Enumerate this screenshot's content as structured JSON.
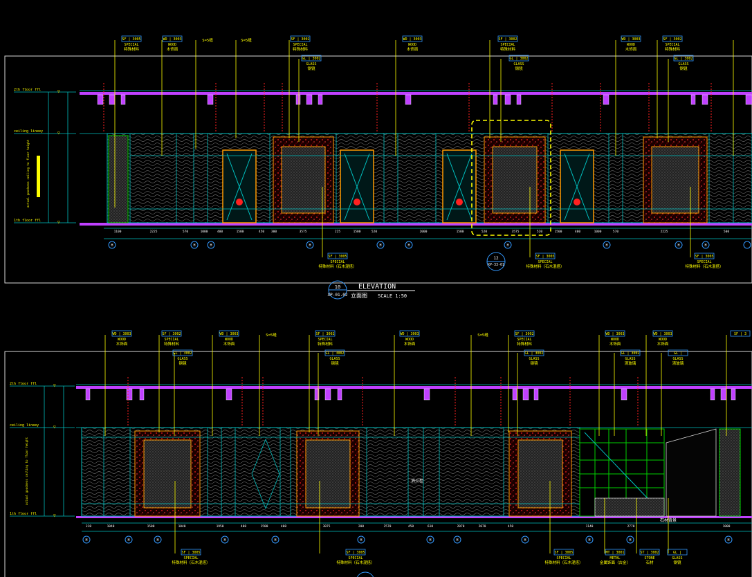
{
  "drawing": {
    "colors": {
      "background": "#000000",
      "frame": "#d9d9d9",
      "leader": "#ffff00",
      "tag_border": "#3399ff",
      "magenta": "#c040ff",
      "cyan": "#00c0c0",
      "orange": "#ff9900",
      "red": "#ff2020",
      "green": "#00d000"
    },
    "elevation1": {
      "title": "ELEVATION",
      "number": "10",
      "sheet": "XP-01.02",
      "cn_title": "立面图",
      "scale": "SCALE  1:50",
      "levels": [
        {
          "label": "2th floor ffl",
          "value": "▽"
        },
        {
          "label": "ceiling lineey",
          "value": "▽"
        },
        {
          "label": "1th floor ffl",
          "value": "▽"
        }
      ],
      "side_note": "actual goodness ceiling to floor height",
      "top_callouts": [
        {
          "code": "SF | 3005",
          "en": "SPECIAL",
          "cn": "特殊材料"
        },
        {
          "code": "WD | 3003",
          "en": "WOOD",
          "cn": "木饰面"
        },
        {
          "code": "",
          "en": "",
          "cn": "S=5缝"
        },
        {
          "code": "",
          "en": "",
          "cn": "S=5缝"
        },
        {
          "code": "SF | 3002",
          "en": "SPECIAL",
          "cn": "特殊材料"
        },
        {
          "code": "GL | 3002",
          "en": "GLASS",
          "cn": "钢镜"
        },
        {
          "code": "WD | 3003",
          "en": "WOOD",
          "cn": "木饰面"
        },
        {
          "code": "SF | 3002",
          "en": "SPECIAL",
          "cn": "特殊材料"
        },
        {
          "code": "GL | 3002",
          "en": "GLASS",
          "cn": "钢镜"
        },
        {
          "code": "WD | 3003",
          "en": "WOOD",
          "cn": "木饰面"
        },
        {
          "code": "SF | 3002",
          "en": "SPECIAL",
          "cn": "特殊材料"
        },
        {
          "code": "GL | 3002",
          "en": "GLASS",
          "cn": "钢镜"
        }
      ],
      "bottom_callouts": [
        {
          "code": "SF | 3005",
          "en": "SPECIAL",
          "cn": "特殊材料（石木混搭）"
        },
        {
          "code": "SF | 3005",
          "en": "SPECIAL",
          "cn": "特殊材料（石木混搭）"
        },
        {
          "code": "SF | 3005",
          "en": "SPECIAL",
          "cn": "特殊材料（石木混搭）"
        }
      ],
      "dimensions": [
        "1100",
        "2225",
        "570",
        "1000",
        "400",
        "1500",
        "450",
        "300",
        "3575",
        "225",
        "1500",
        "520",
        "2000",
        "1500",
        "520",
        "3575",
        "520",
        "1500",
        "400",
        "1000",
        "570",
        "2225",
        "500"
      ],
      "detail_marker": {
        "number": "12",
        "sheet": "XP-33-01"
      },
      "grid": [
        "H",
        "H",
        "H",
        "H",
        "H",
        "H",
        "H",
        "H",
        "H",
        "H"
      ]
    },
    "elevation2": {
      "levels": [
        {
          "label": "2th floor ffl",
          "value": "▽"
        },
        {
          "label": "ceiling lineey",
          "value": "▽"
        },
        {
          "label": "1th floor ffl",
          "value": "▽"
        }
      ],
      "side_note": "actual goodness ceiling to floor height",
      "top_callouts": [
        {
          "code": "WD | 3003",
          "en": "WOOD",
          "cn": "木饰面"
        },
        {
          "code": "SF | 3002",
          "en": "SPECIAL",
          "cn": "特殊材料"
        },
        {
          "code": "GL | 3002",
          "en": "GLASS",
          "cn": "钢镜"
        },
        {
          "code": "WD | 3003",
          "en": "WOOD",
          "cn": "木饰面"
        },
        {
          "code": "",
          "en": "",
          "cn": "S=5缝"
        },
        {
          "code": "SF | 3002",
          "en": "SPECIAL",
          "cn": "特殊材料"
        },
        {
          "code": "GL | 3002",
          "en": "GLASS",
          "cn": "钢镜"
        },
        {
          "code": "WD | 3003",
          "en": "WOOD",
          "cn": "木饰面"
        },
        {
          "code": "",
          "en": "",
          "cn": "S=5缝"
        },
        {
          "code": "SF | 3002",
          "en": "SPECIAL",
          "cn": "特殊材料"
        },
        {
          "code": "GL | 3002",
          "en": "GLASS",
          "cn": "钢镜"
        },
        {
          "code": "WD | 3003",
          "en": "WOOD",
          "cn": "木饰面"
        },
        {
          "code": "GL | 3002",
          "en": "GLASS",
          "cn": "清玻璃"
        },
        {
          "code": "WD | 3003",
          "en": "WOOD",
          "cn": "木饰面"
        },
        {
          "code": "GL | ",
          "en": "GLASS",
          "cn": "清玻璃"
        },
        {
          "code": "SF | 3",
          "en": "",
          "cn": ""
        }
      ],
      "bottom_callouts": [
        {
          "code": "SF | 3005",
          "en": "SPECIAL",
          "cn": "特殊材料（石木混搭）"
        },
        {
          "code": "SF | 3005",
          "en": "SPECIAL",
          "cn": "特殊材料（石木混搭）"
        },
        {
          "code": "SF | 3005",
          "en": "SPECIAL",
          "cn": "特殊材料（石木混搭）"
        },
        {
          "code": "MT | 3001",
          "en": "METAL",
          "cn": "金属饰面（古金）"
        },
        {
          "code": "ST | 3002",
          "en": "STONE",
          "cn": "石材"
        },
        {
          "code": "GL | ",
          "en": "GLASS",
          "cn": "钢镜"
        }
      ],
      "inner_text": [
        "消火栓",
        "石材背景"
      ],
      "dimensions": [
        "310",
        "1040",
        "1500",
        "1040",
        "1950",
        "400",
        "1500",
        "400",
        "3075",
        "200",
        "2570",
        "450",
        "610",
        "2070",
        "2070",
        "450",
        "1140",
        "2770",
        "1000"
      ],
      "grid": [
        "H",
        "H",
        "H",
        "H",
        "H",
        "H",
        "H",
        "H",
        "H",
        "H",
        "H",
        "H"
      ]
    }
  }
}
